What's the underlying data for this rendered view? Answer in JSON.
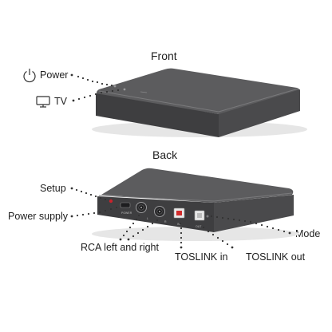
{
  "front": {
    "title": "Front",
    "labels": {
      "power": "Power",
      "tv": "TV"
    },
    "icons": [
      "power-icon",
      "tv-icon"
    ]
  },
  "back": {
    "title": "Back",
    "labels": {
      "setup": "Setup",
      "power_supply": "Power supply",
      "rca": "RCA left and right",
      "toslink_in": "TOSLINK in",
      "toslink_out": "TOSLINK out",
      "mode": "Mode"
    },
    "panel_marks": {
      "power_port": "POWER",
      "left": "L",
      "right": "R",
      "in": "IN",
      "out": "OUT"
    }
  },
  "colors": {
    "device_top": "#5c5c5e",
    "device_side": "#4a4a4c",
    "device_front": "#3e3e40",
    "label_text": "#1e1e1e",
    "leader_dots": "#333333",
    "setup_led": "#c8232c"
  }
}
